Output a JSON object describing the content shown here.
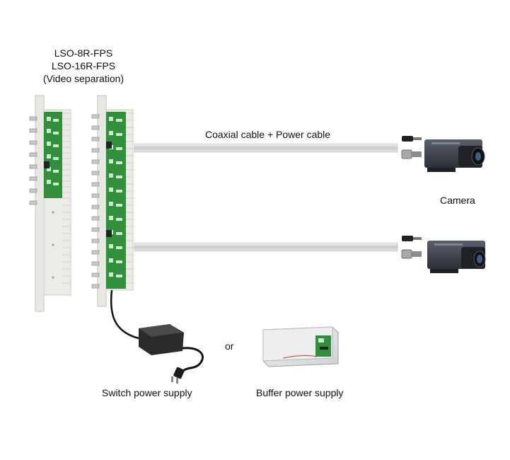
{
  "device": {
    "model_line1": "LSO-8R-FPS",
    "model_line2": "LSO-16R-FPS",
    "model_line3": "(Video separation)"
  },
  "cable_label": "Coaxial cable + Power cable",
  "camera_label": "Camera",
  "or_label": "or",
  "switch_psu_label": "Switch power supply",
  "buffer_psu_label": "Buffer power supply",
  "colors": {
    "pcb_green": "#2f8f3a",
    "rack_white": "#ecebe6",
    "camera_body": "#3a3f47",
    "cable_gray": "#cfcfcf"
  },
  "icons": [
    "rack-panel-8ch",
    "rack-panel-16ch",
    "camera",
    "bnc-connector",
    "dc-plug",
    "ac-adapter",
    "buffer-psu-box"
  ]
}
